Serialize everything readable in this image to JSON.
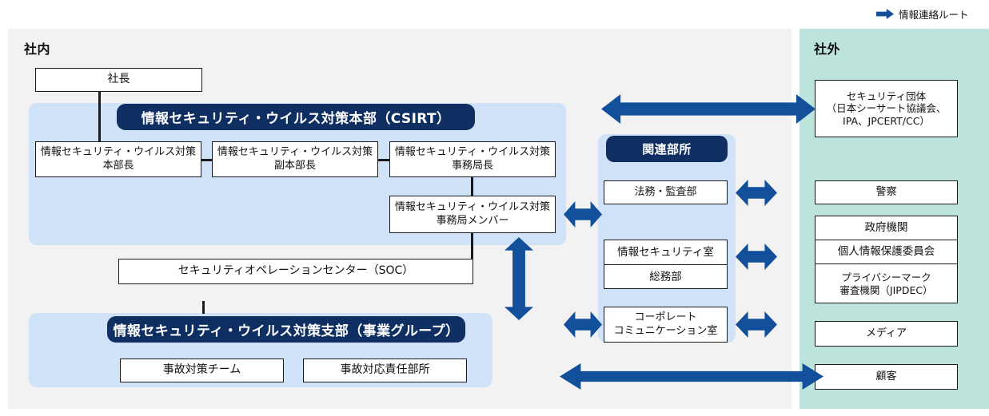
{
  "legend": {
    "label": "情報連絡ルート",
    "icon": "right-arrow-icon",
    "color": "#13509c"
  },
  "zones": {
    "internal": {
      "label": "社内",
      "bg": "#f1f2f1"
    },
    "external": {
      "label": "社外",
      "bg": "#bde3dd"
    }
  },
  "internal": {
    "president": "社長",
    "csirt": {
      "header": "情報セキュリティ・ウイルス対策本部（CSIRT）",
      "roles": [
        "情報セキュリティ・ウイルス対策本部長",
        "情報セキュリティ・ウイルス対策副本部長",
        "情報セキュリティ・ウイルス対策事務局長"
      ],
      "members": "情報セキュリティ・ウイルス対策事務局メンバー"
    },
    "soc": "セキュリティオペレーションセンター（SOC）",
    "branch": {
      "header": "情報セキュリティ・ウイルス対策支部（事業グループ）",
      "teams": [
        "事故対策チーム",
        "事故対応責任部所"
      ]
    }
  },
  "related": {
    "header": "関連部所",
    "legal": "法務・監査部",
    "security_group": [
      "情報セキュリティ室",
      "総務部"
    ],
    "corporate_comm": "コーポレート\nコミュニケーション室"
  },
  "external": {
    "security_orgs": "セキュリティ団体\n（日本シーサート協議会、\nIPA、JPCERT/CC）",
    "police": "警察",
    "government_group": [
      "政府機関",
      "個人情報保護委員会",
      "プライバシーマーク\n審査機関（JIPDEC）"
    ],
    "media": "メディア",
    "customer": "顧客"
  },
  "colors": {
    "navy": "#0f2f63",
    "arrow_blue": "#13509c",
    "panel_blue": "#cfe2f7",
    "panel_gray": "#f1f2f1",
    "panel_green": "#bde3dd",
    "box_border": "#1a1a1a"
  }
}
